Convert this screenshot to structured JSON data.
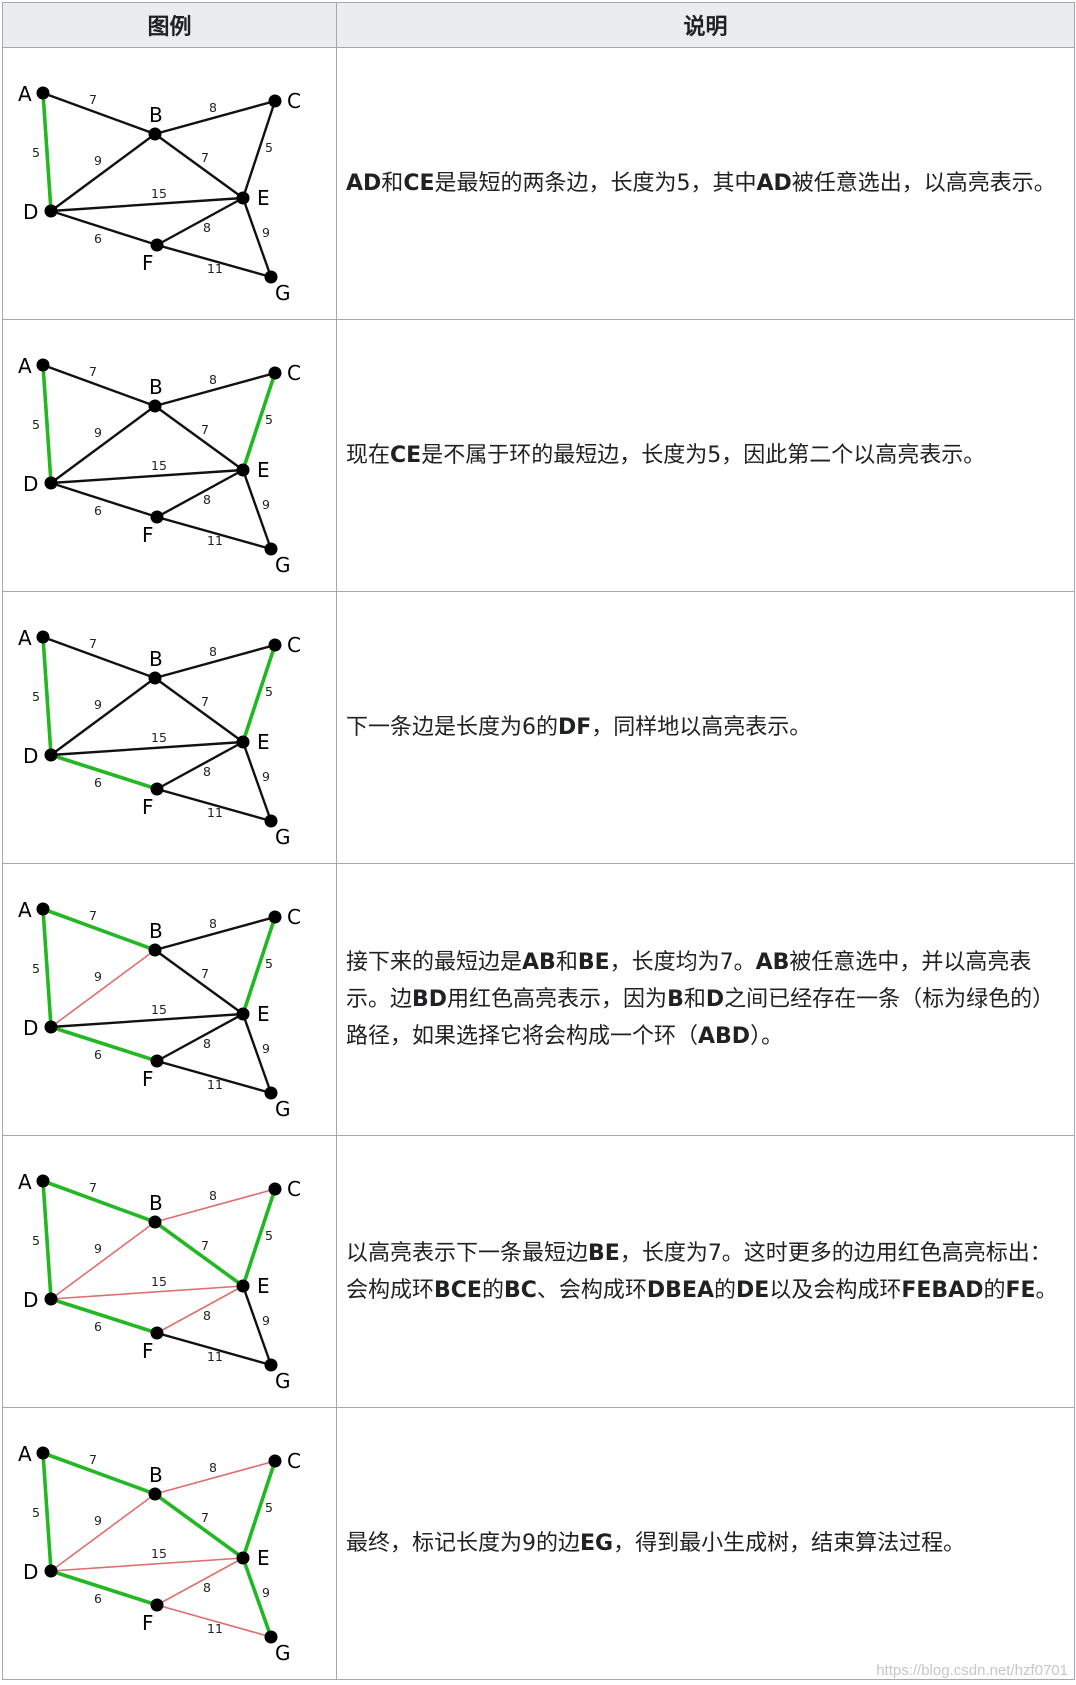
{
  "header": {
    "col_figure": "图例",
    "col_desc": "说明"
  },
  "graph": {
    "nodes": [
      "A",
      "B",
      "C",
      "D",
      "E",
      "F",
      "G"
    ],
    "edges": [
      {
        "id": "AB",
        "from": "A",
        "to": "B",
        "weight": "7"
      },
      {
        "id": "AD",
        "from": "A",
        "to": "D",
        "weight": "5"
      },
      {
        "id": "BC",
        "from": "B",
        "to": "C",
        "weight": "8"
      },
      {
        "id": "BD",
        "from": "B",
        "to": "D",
        "weight": "9"
      },
      {
        "id": "BE",
        "from": "B",
        "to": "E",
        "weight": "7"
      },
      {
        "id": "CE",
        "from": "C",
        "to": "E",
        "weight": "5"
      },
      {
        "id": "DE",
        "from": "D",
        "to": "E",
        "weight": "15"
      },
      {
        "id": "DF",
        "from": "D",
        "to": "F",
        "weight": "6"
      },
      {
        "id": "EF",
        "from": "E",
        "to": "F",
        "weight": "8"
      },
      {
        "id": "EG",
        "from": "E",
        "to": "G",
        "weight": "9"
      },
      {
        "id": "FG",
        "from": "F",
        "to": "G",
        "weight": "11"
      }
    ]
  },
  "steps": [
    {
      "selected": [
        "AD"
      ],
      "rejected": [],
      "desc": [
        {
          "t": "AD",
          "b": true
        },
        {
          "t": "和"
        },
        {
          "t": "CE",
          "b": true
        },
        {
          "t": "是最短的两条边，长度为5，其中"
        },
        {
          "t": "AD",
          "b": true
        },
        {
          "t": "被任意选出，以高亮表示。"
        }
      ]
    },
    {
      "selected": [
        "AD",
        "CE"
      ],
      "rejected": [],
      "desc": [
        {
          "t": "现在"
        },
        {
          "t": "CE",
          "b": true
        },
        {
          "t": "是不属于环的最短边，长度为5，因此第二个以高亮表示。"
        }
      ]
    },
    {
      "selected": [
        "AD",
        "CE",
        "DF"
      ],
      "rejected": [],
      "desc": [
        {
          "t": "下一条边是长度为6的"
        },
        {
          "t": "DF",
          "b": true
        },
        {
          "t": "，同样地以高亮表示。"
        }
      ]
    },
    {
      "selected": [
        "AD",
        "CE",
        "DF",
        "AB"
      ],
      "rejected": [
        "BD"
      ],
      "desc": [
        {
          "t": "接下来的最短边是"
        },
        {
          "t": "AB",
          "b": true
        },
        {
          "t": "和"
        },
        {
          "t": "BE",
          "b": true
        },
        {
          "t": "，长度均为7。"
        },
        {
          "t": "AB",
          "b": true
        },
        {
          "t": "被任意选中，并以高亮表示。边"
        },
        {
          "t": "BD",
          "b": true
        },
        {
          "t": "用红色高亮表示，因为"
        },
        {
          "t": "B",
          "b": true
        },
        {
          "t": "和"
        },
        {
          "t": "D",
          "b": true
        },
        {
          "t": "之间已经存在一条（标为绿色的）路径，如果选择它将会构成一个环（"
        },
        {
          "t": "ABD",
          "b": true
        },
        {
          "t": "）。"
        }
      ]
    },
    {
      "selected": [
        "AD",
        "CE",
        "DF",
        "AB",
        "BE"
      ],
      "rejected": [
        "BD",
        "BC",
        "DE",
        "EF"
      ],
      "desc": [
        {
          "t": "以高亮表示下一条最短边"
        },
        {
          "t": "BE",
          "b": true
        },
        {
          "t": "，长度为7。这时更多的边用红色高亮标出：会构成环"
        },
        {
          "t": "BCE",
          "b": true
        },
        {
          "t": "的"
        },
        {
          "t": "BC",
          "b": true
        },
        {
          "t": "、会构成环"
        },
        {
          "t": "DBEA",
          "b": true
        },
        {
          "t": "的"
        },
        {
          "t": "DE",
          "b": true
        },
        {
          "t": "以及会构成环"
        },
        {
          "t": "FEBAD",
          "b": true
        },
        {
          "t": "的"
        },
        {
          "t": "FE",
          "b": true
        },
        {
          "t": "。"
        }
      ]
    },
    {
      "selected": [
        "AD",
        "CE",
        "DF",
        "AB",
        "BE",
        "EG"
      ],
      "rejected": [
        "BD",
        "BC",
        "DE",
        "EF",
        "FG"
      ],
      "desc": [
        {
          "t": "最终，标记长度为9的边"
        },
        {
          "t": "EG",
          "b": true
        },
        {
          "t": "，得到最小生成树，结束算法过程。"
        }
      ]
    }
  ],
  "colors": {
    "selected": "#23b823",
    "rejected": "#dd6f6f",
    "normal": "#111111"
  },
  "watermark": "https://blog.csdn.net/hzf0701"
}
